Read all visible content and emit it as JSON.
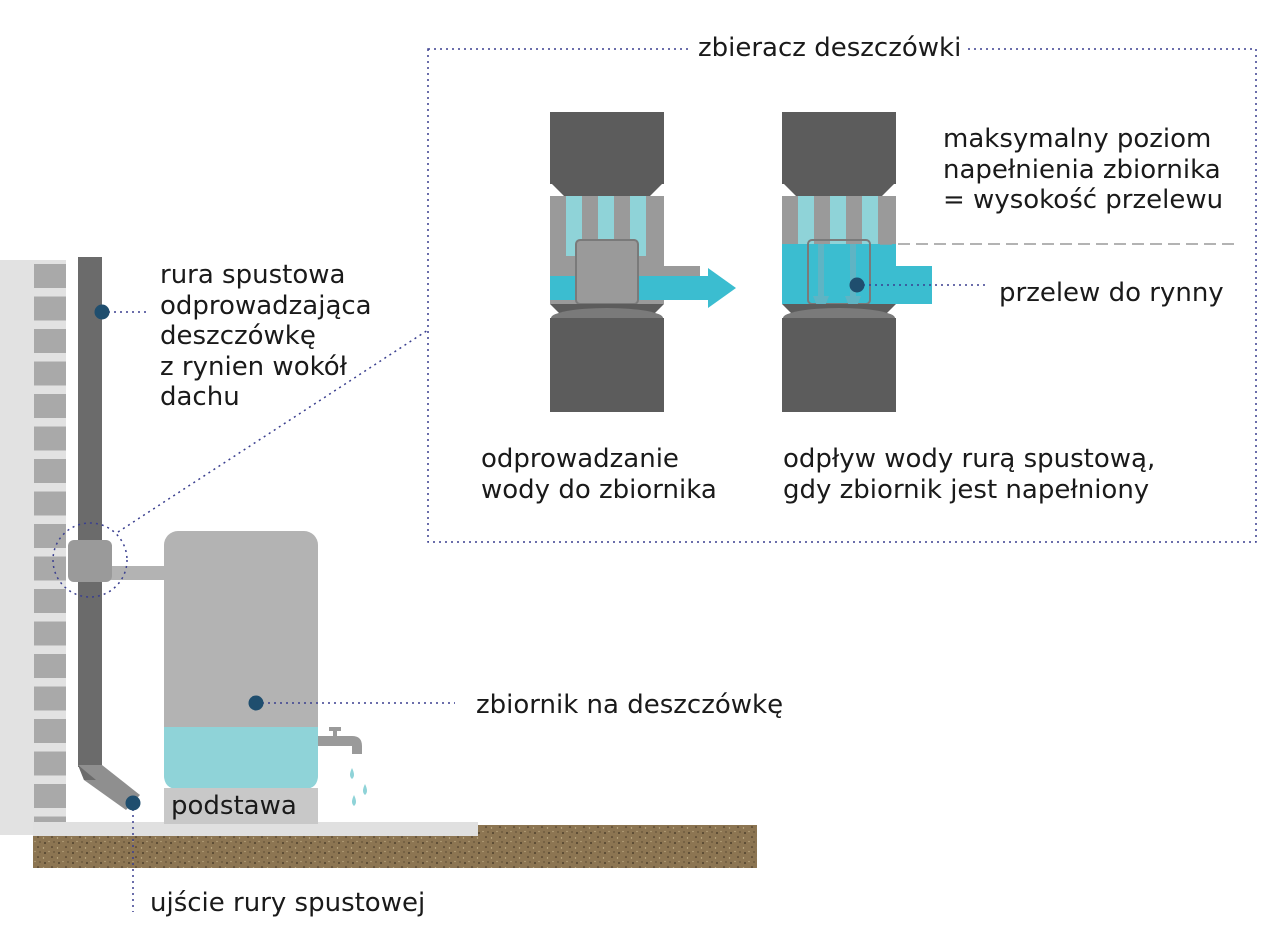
{
  "labels": {
    "collector_title": "zbieracz deszczówki",
    "downpipe": "rura spustowa\nodprowadzająca\ndeszczówkę\nz rynien wokół\ndachu",
    "collector_to_tank": "odprowadzanie\nwody do zbiornika",
    "collector_overflow_mode": "odpływ wody rurą spustową,\ngdy zbiornik jest napełniony",
    "max_fill_level": "maksymalny poziom\nnapełnienia zbiornika\n= wysokość przelewu",
    "overflow_to_gutter": "przelew do rynny",
    "rainwater_tank": "zbiornik na deszczówkę",
    "base": "podstawa",
    "downpipe_outlet": "ujście rury spustowej"
  },
  "colors": {
    "wall": "#e2e2e2",
    "brick": "#a9a9a9",
    "pipe_dark": "#6b6b6b",
    "pipe_mid": "#8f8f8f",
    "tank": "#b3b3b3",
    "water": "#8fd3d8",
    "water_flow": "#3bbdd0",
    "collector_body": "#5c5c5c",
    "marker": "#1f4e6e",
    "dotted_line": "#3a3f8f",
    "soil": "#8c7552"
  },
  "icons": {
    "tap": "faucet-icon",
    "drops": "water-drop-icon",
    "flow_arrow": "arrow-right-icon",
    "marker": "callout-dot-icon"
  }
}
